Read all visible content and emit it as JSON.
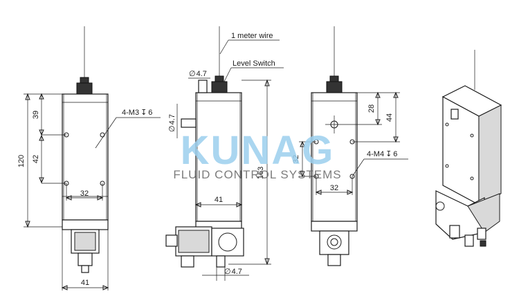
{
  "annotations": {
    "wire": "1 meter wire",
    "switch": "Level Switch",
    "m3": "4-M3",
    "m3_depth": "6",
    "m4": "4-M4",
    "m4_depth": "6",
    "dia_sym": "∅",
    "depth_sym": "↧"
  },
  "dimensions": {
    "left_height": "120",
    "left_upper": "39",
    "left_mid": "42",
    "left_hole_span": "32",
    "left_width": "41",
    "mid_dia_top": "4.7",
    "mid_dia_side": "4.7",
    "mid_dia_bottom": "4.7",
    "mid_total": "163",
    "mid_width": "41",
    "right_28": "28",
    "right_44": "44",
    "right_32v": "32",
    "right_32h": "32"
  },
  "watermark": {
    "brand": "KUNAG",
    "tagline": "FLUID CONTROL SYSTEMS"
  },
  "colors": {
    "watermark_blue": "#9cd0ee",
    "line": "#1a1a1a"
  }
}
